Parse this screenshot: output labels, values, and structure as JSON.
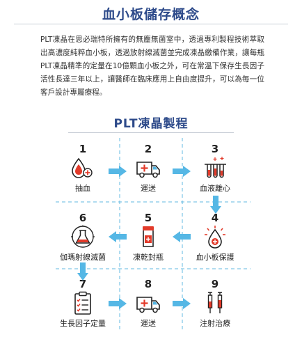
{
  "header": {
    "title": "血小板儲存概念"
  },
  "intro": "PLT凍晶在思必瑞特所擁有的無塵無菌室中，透過專利製程技術萃取出高濃度純粹血小板，透過放射線滅菌並完成凍晶繳備作業，讓每瓶PLT凍晶精準的定量在10億顆血小板之外，可在常溫下保存生長因子活性長達三年以上，讓醫師在臨床應用上自由度提升，可以為每一位客戶設計專屬療程。",
  "process": {
    "title": "PLT凍晶製程",
    "steps": [
      {
        "num": "1",
        "label": "抽血",
        "icon": "blood-drop-icon"
      },
      {
        "num": "2",
        "label": "運送",
        "icon": "ambulance-icon"
      },
      {
        "num": "3",
        "label": "血液離心",
        "icon": "test-tubes-icon"
      },
      {
        "num": "4",
        "label": "血小板保護",
        "icon": "protection-drop-icon"
      },
      {
        "num": "5",
        "label": "凍乾封瓶",
        "icon": "sealed-vial-icon"
      },
      {
        "num": "6",
        "label": "伽瑪射線滅菌",
        "icon": "flask-radiation-icon"
      },
      {
        "num": "7",
        "label": "生長因子定量",
        "icon": "clipboard-checklist-icon"
      },
      {
        "num": "8",
        "label": "運送",
        "icon": "ambulance-icon"
      },
      {
        "num": "9",
        "label": "注射治療",
        "icon": "syringes-icon"
      }
    ]
  },
  "colors": {
    "title": "#2d4a8a",
    "accent": "#e23a2a",
    "arrow": "#55b7e5",
    "dash": "#62b9e2"
  }
}
